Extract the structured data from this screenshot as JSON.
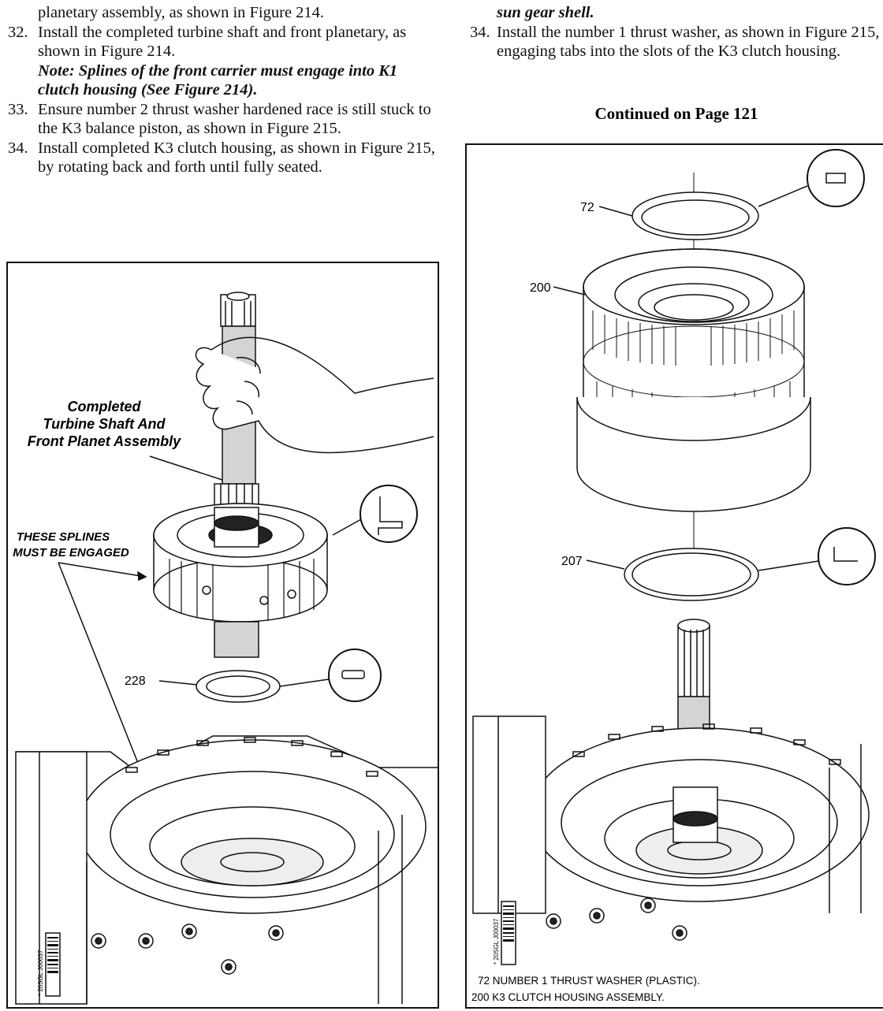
{
  "left_column": {
    "line_top": "planetary assembly, as shown in Figure 214.",
    "step32": {
      "num": "32.",
      "text": "Install the completed turbine shaft and front planetary, as shown in Figure 214.",
      "note": "Note: Splines of the front carrier must engage into K1 clutch housing (See Figure 214)."
    },
    "step33": {
      "num": "33.",
      "text": "Ensure number 2 thrust washer hardened race is still stuck to the K3 balance piston, as shown in Figure 215."
    },
    "step34": {
      "num": "34.",
      "text": "Install completed K3 clutch housing, as shown in Figure 215, by rotating back and forth until fully seated."
    }
  },
  "right_column": {
    "line_top": "sun gear shell.",
    "step34": {
      "num": "34.",
      "text": "Install the number 1 thrust washer, as shown in Figure 215, engaging tabs into the slots of the K3 clutch housing."
    },
    "continued": "Continued on Page 121"
  },
  "figure_left": {
    "label_assembly_line1": "Completed",
    "label_assembly_line2": "Turbine Shaft And",
    "label_assembly_line3": "Front Planet Assembly",
    "callout_line1": "THESE SPLINES",
    "callout_line2": "MUST BE ENGAGED",
    "part_228": "228",
    "barcode_text": "* 20SGL J00037"
  },
  "figure_right": {
    "part_72": "72",
    "part_200": "200",
    "part_207": "207",
    "barcode_text": "* 20SGL J00037",
    "legend_72": "72  NUMBER 1 THRUST WASHER (PLASTIC).",
    "legend_200": "200  K3 CLUTCH HOUSING ASSEMBLY."
  }
}
